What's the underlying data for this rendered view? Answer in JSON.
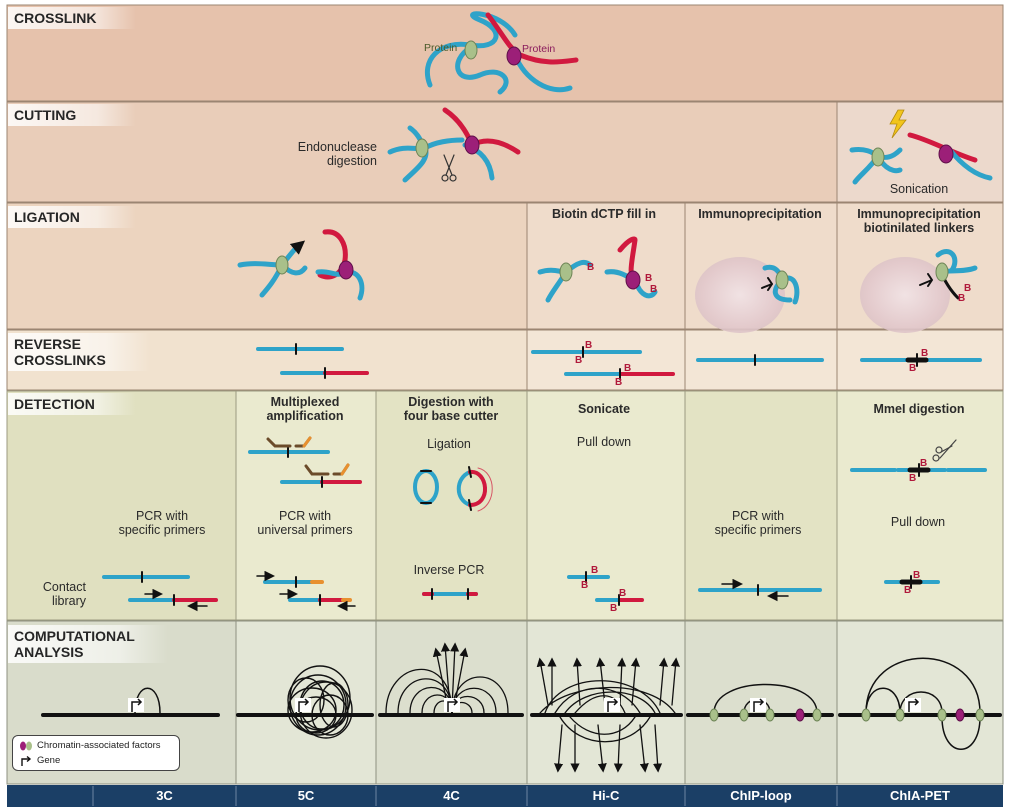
{
  "rows": {
    "crosslink": "CROSSLINK",
    "cutting": "CUTTING",
    "ligation": "LIGATION",
    "reverse_1": "REVERSE",
    "reverse_2": "CROSSLINKS",
    "detection": "DETECTION",
    "computational_1": "COMPUTATIONAL",
    "computational_2": "ANALYSIS"
  },
  "crosslink_panel": {
    "protein_green": "Protein",
    "protein_red": "Protein"
  },
  "cutting_panel": {
    "endo_1": "Endonuclease",
    "endo_2": "digestion",
    "sonication": "Sonication"
  },
  "ligation_panel": {
    "biotin": "Biotin dCTP fill in",
    "immuno": "Immunoprecipitation",
    "immuno_bio_1": "Immunoprecipitation",
    "immuno_bio_2": "biotinilated linkers",
    "b": "B"
  },
  "detection_panel": {
    "pcr_specific_1": "PCR with",
    "pcr_specific_2": "specific primers",
    "contact_1": "Contact",
    "contact_2": "library",
    "multiplexed_1": "Multiplexed",
    "multiplexed_2": "amplification",
    "pcr_universal_1": "PCR with",
    "pcr_universal_2": "universal primers",
    "digestion_1": "Digestion with",
    "digestion_2": "four base cutter",
    "ligation": "Ligation",
    "inverse_pcr": "Inverse PCR",
    "sonicate": "Sonicate",
    "pull_down": "Pull down",
    "pcr_chip_1": "PCR with",
    "pcr_chip_2": "specific primers",
    "mmel": "MmeI digestion",
    "pull_down_2": "Pull down"
  },
  "legend": {
    "factors": "Chromatin-associated factors",
    "gene": "Gene"
  },
  "methods": [
    "3C",
    "5C",
    "4C",
    "Hi-C",
    "ChIP-loop",
    "ChIA-PET"
  ],
  "colors": {
    "dna_blue": "#2ea3c9",
    "dna_red": "#d1193f",
    "protein_green": "#a9c08a",
    "protein_magenta": "#9c1f78",
    "footer": "#1b3f66"
  }
}
